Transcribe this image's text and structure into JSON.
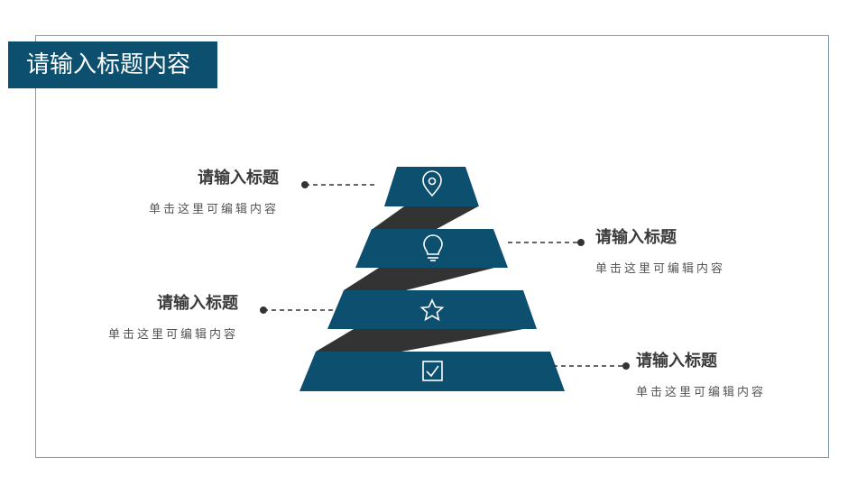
{
  "slide": {
    "title": "请输入标题内容"
  },
  "colors": {
    "primary": "#0d4f6e",
    "dark": "#333333",
    "frame": "#7f9bb2"
  },
  "items": [
    {
      "heading": "请输入标题",
      "subtext": "单击这里可编辑内容",
      "icon": "location-pin-icon",
      "side": "left"
    },
    {
      "heading": "请输入标题",
      "subtext": "单击这里可编辑内容",
      "icon": "lightbulb-icon",
      "side": "right"
    },
    {
      "heading": "请输入标题",
      "subtext": "单击这里可编辑内容",
      "icon": "star-icon",
      "side": "left"
    },
    {
      "heading": "请输入标题",
      "subtext": "单击这里可编辑内容",
      "icon": "checkbox-icon",
      "side": "right"
    }
  ]
}
